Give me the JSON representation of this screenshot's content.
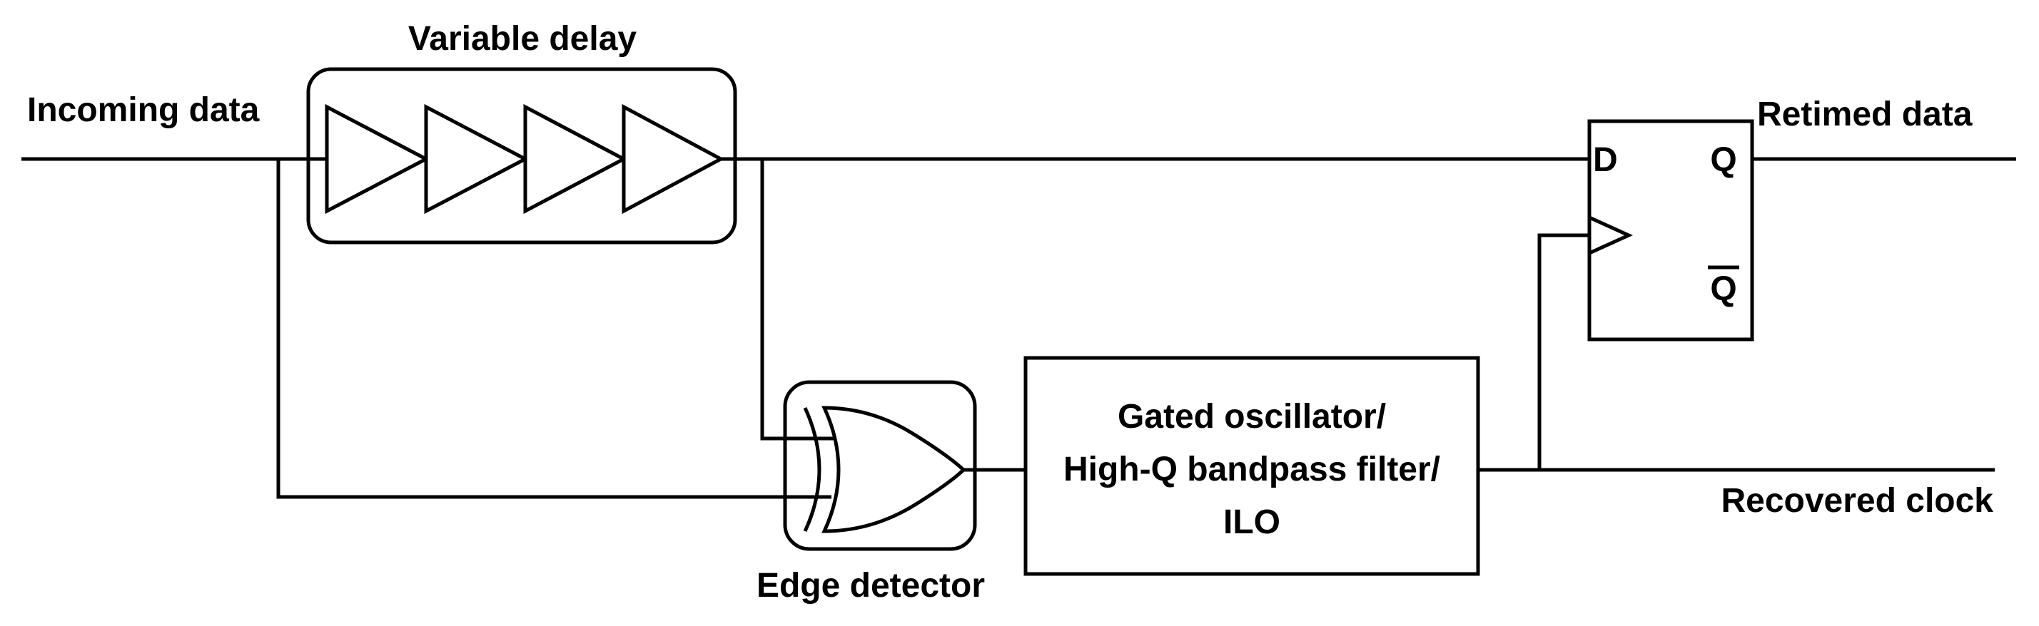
{
  "labels": {
    "incoming_data": "Incoming data",
    "variable_delay": "Variable delay",
    "retimed_data": "Retimed data",
    "recovered_clock": "Recovered clock",
    "edge_detector": "Edge detector",
    "oscillator_line1": "Gated oscillator/",
    "oscillator_line2": "High-Q bandpass filter/",
    "oscillator_line3": "ILO"
  },
  "flipflop": {
    "d_pin": "D",
    "q_pin": "Q",
    "qbar_pin": "Q"
  }
}
